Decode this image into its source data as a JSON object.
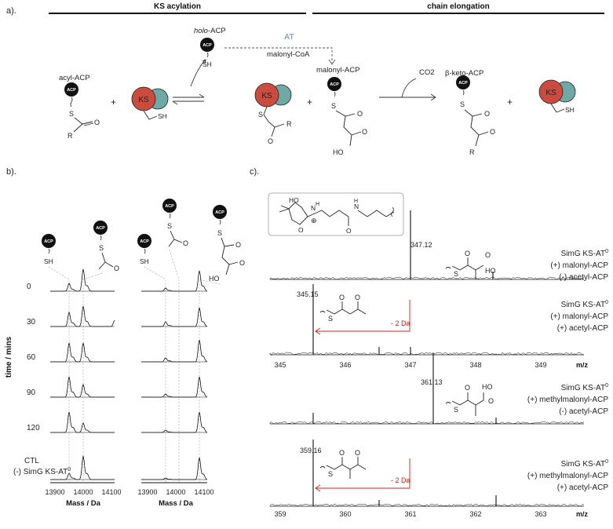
{
  "panel_labels": {
    "a": "a).",
    "b": "b).",
    "c": "c)."
  },
  "section_headers": {
    "acylation": "KS acylation",
    "elongation": "chain elongation"
  },
  "scheme": {
    "acp": "ACP",
    "ks": "KS",
    "holo_italic": "holo",
    "holo_rest": "-ACP",
    "at": "AT",
    "malonyl_coa": "malonyl-CoA",
    "acyl_acp": "acyl-ACP",
    "malonyl_acp": "malonyl-ACP",
    "beta_keto_acp": "β-keto-ACP",
    "co2": "CO2",
    "plus": "+",
    "S": "S",
    "SH": "SH",
    "O": "O",
    "R": "R",
    "HO": "HO"
  },
  "panel_b": {
    "ylabel": "time / mins",
    "xlabel": "Mass / Da",
    "times": [
      "0",
      "30",
      "60",
      "90",
      "120"
    ],
    "ctl_line1": "CTL",
    "ctl_line2": "(-) SimG KS-AT",
    "ctl_sup": "0",
    "ticks": [
      "13900",
      "14000",
      "14100"
    ],
    "tick_values": [
      13900,
      14000,
      14100
    ]
  },
  "panel_c": {
    "xlabel": "m/z",
    "inset": {
      "HO": "HO",
      "N": "N",
      "H": "H",
      "O": "O",
      "plus": "⊕"
    },
    "spectra": [
      {
        "peak": "347.12",
        "ticks": [
          "345",
          "346",
          "347",
          "348",
          "349"
        ],
        "shift": "",
        "cond1": "SimG KS-AT",
        "sup": "0",
        "cond2": "(+) malonyl-ACP",
        "cond3": "(-) acetyl-ACP"
      },
      {
        "peak": "345.15",
        "ticks": [
          "345",
          "346",
          "347",
          "348",
          "349"
        ],
        "shift": "- 2 Da",
        "cond1": "SimG KS-AT",
        "sup": "0",
        "cond2": "(+) malonyl-ACP",
        "cond3": "(+) acetyl-ACP"
      },
      {
        "peak": "361.13",
        "ticks": [
          "359",
          "360",
          "361",
          "362",
          "363"
        ],
        "shift": "",
        "cond1": "SimG KS-AT",
        "sup": "0",
        "cond2": "(+) methylmalonyl-ACP",
        "cond3": "(-) acetyl-ACP"
      },
      {
        "peak": "359.16",
        "ticks": [
          "359",
          "360",
          "361",
          "362",
          "363"
        ],
        "shift": "- 2 Da",
        "cond1": "SimG KS-AT",
        "sup": "0",
        "cond2": "(+) methylmalonyl-ACP",
        "cond3": "(+) acetyl-ACP"
      }
    ]
  },
  "colors": {
    "ks": "#cc4b3f",
    "at": "#6fa9a5",
    "arrow_red": "#cc2222",
    "at_text": "#7aa9b3"
  }
}
